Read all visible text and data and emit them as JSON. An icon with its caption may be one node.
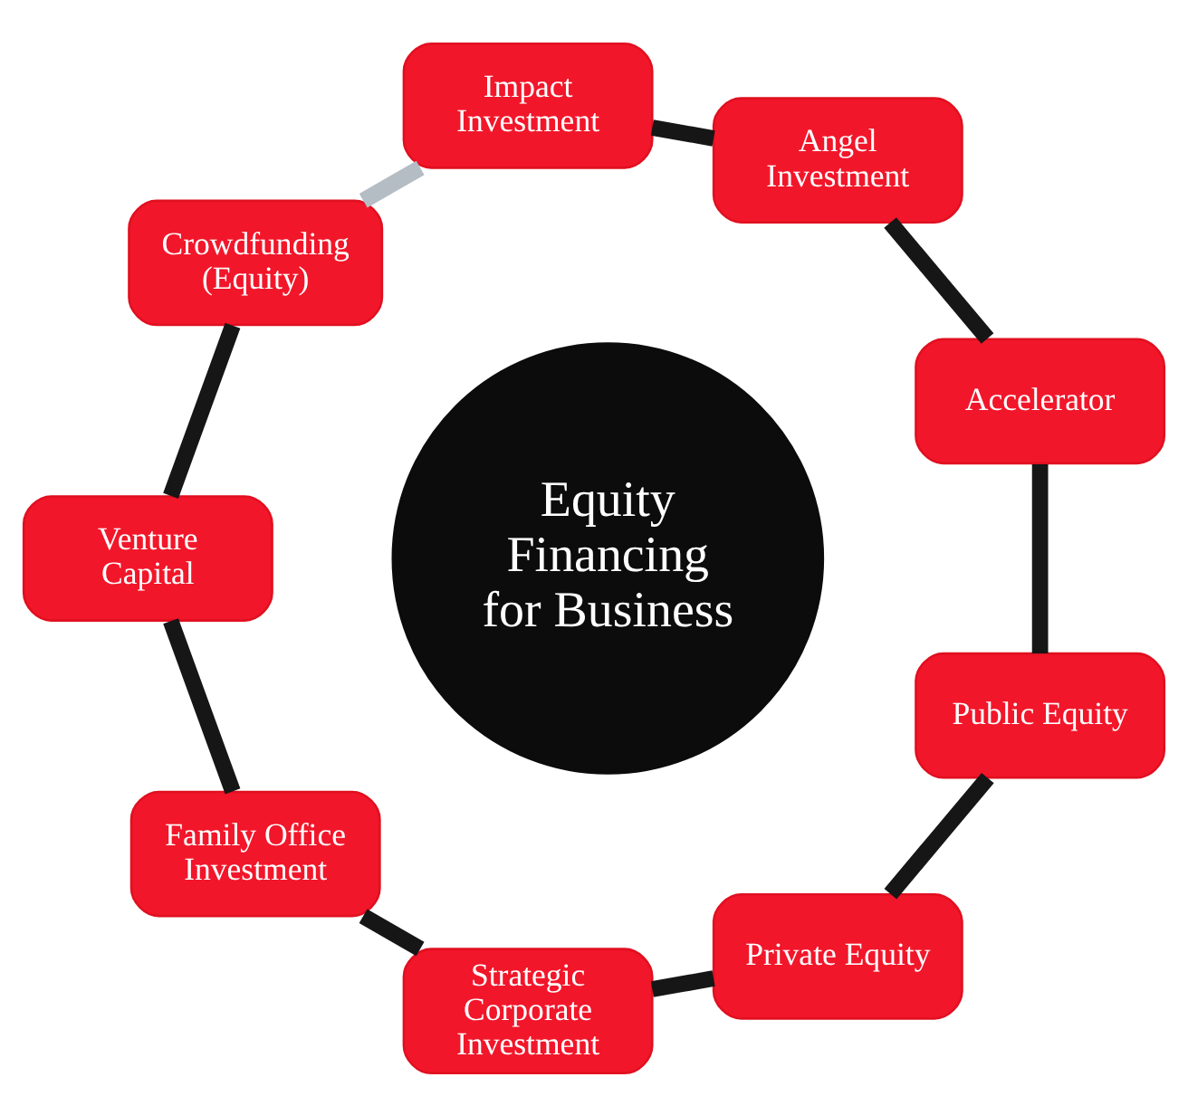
{
  "diagram": {
    "nodes": [
      {
        "text": [
          "Equity Financing for Business"
        ]
      },
      {
        "text": [
          "Accelerator"
        ]
      },
      {
        "text": [
          "Angel Investment"
        ]
      },
      {
        "text": [
          "Impact Investment"
        ]
      },
      {
        "text": [
          "Crowdfunding (Equity)"
        ]
      },
      {
        "text": [
          "Venture Capital"
        ]
      },
      {
        "text": [
          "Family Office Investment"
        ]
      },
      {
        "text": [
          "Strategic Corporate Investment"
        ]
      },
      {
        "text": [
          "Private Equity"
        ]
      },
      {
        "text": [
          "Public Equity"
        ]
      }
    ],
    "edges": [
      {
        "from": 1,
        "to": 2,
        "arrow": "none"
      },
      {
        "from": 2,
        "to": 3,
        "arrow": "none"
      },
      {
        "from": 3,
        "to": 4,
        "arrow": "none",
        "color": "#b4bcc4"
      },
      {
        "from": 4,
        "to": 5,
        "arrow": "none"
      },
      {
        "from": 5,
        "to": 6,
        "arrow": "none"
      },
      {
        "from": 6,
        "to": 7,
        "arrow": "none"
      },
      {
        "from": 7,
        "to": 8,
        "arrow": "none"
      },
      {
        "from": 8,
        "to": 9,
        "arrow": "none"
      },
      {
        "from": 9,
        "to": 1,
        "arrow": "none"
      }
    ]
  }
}
